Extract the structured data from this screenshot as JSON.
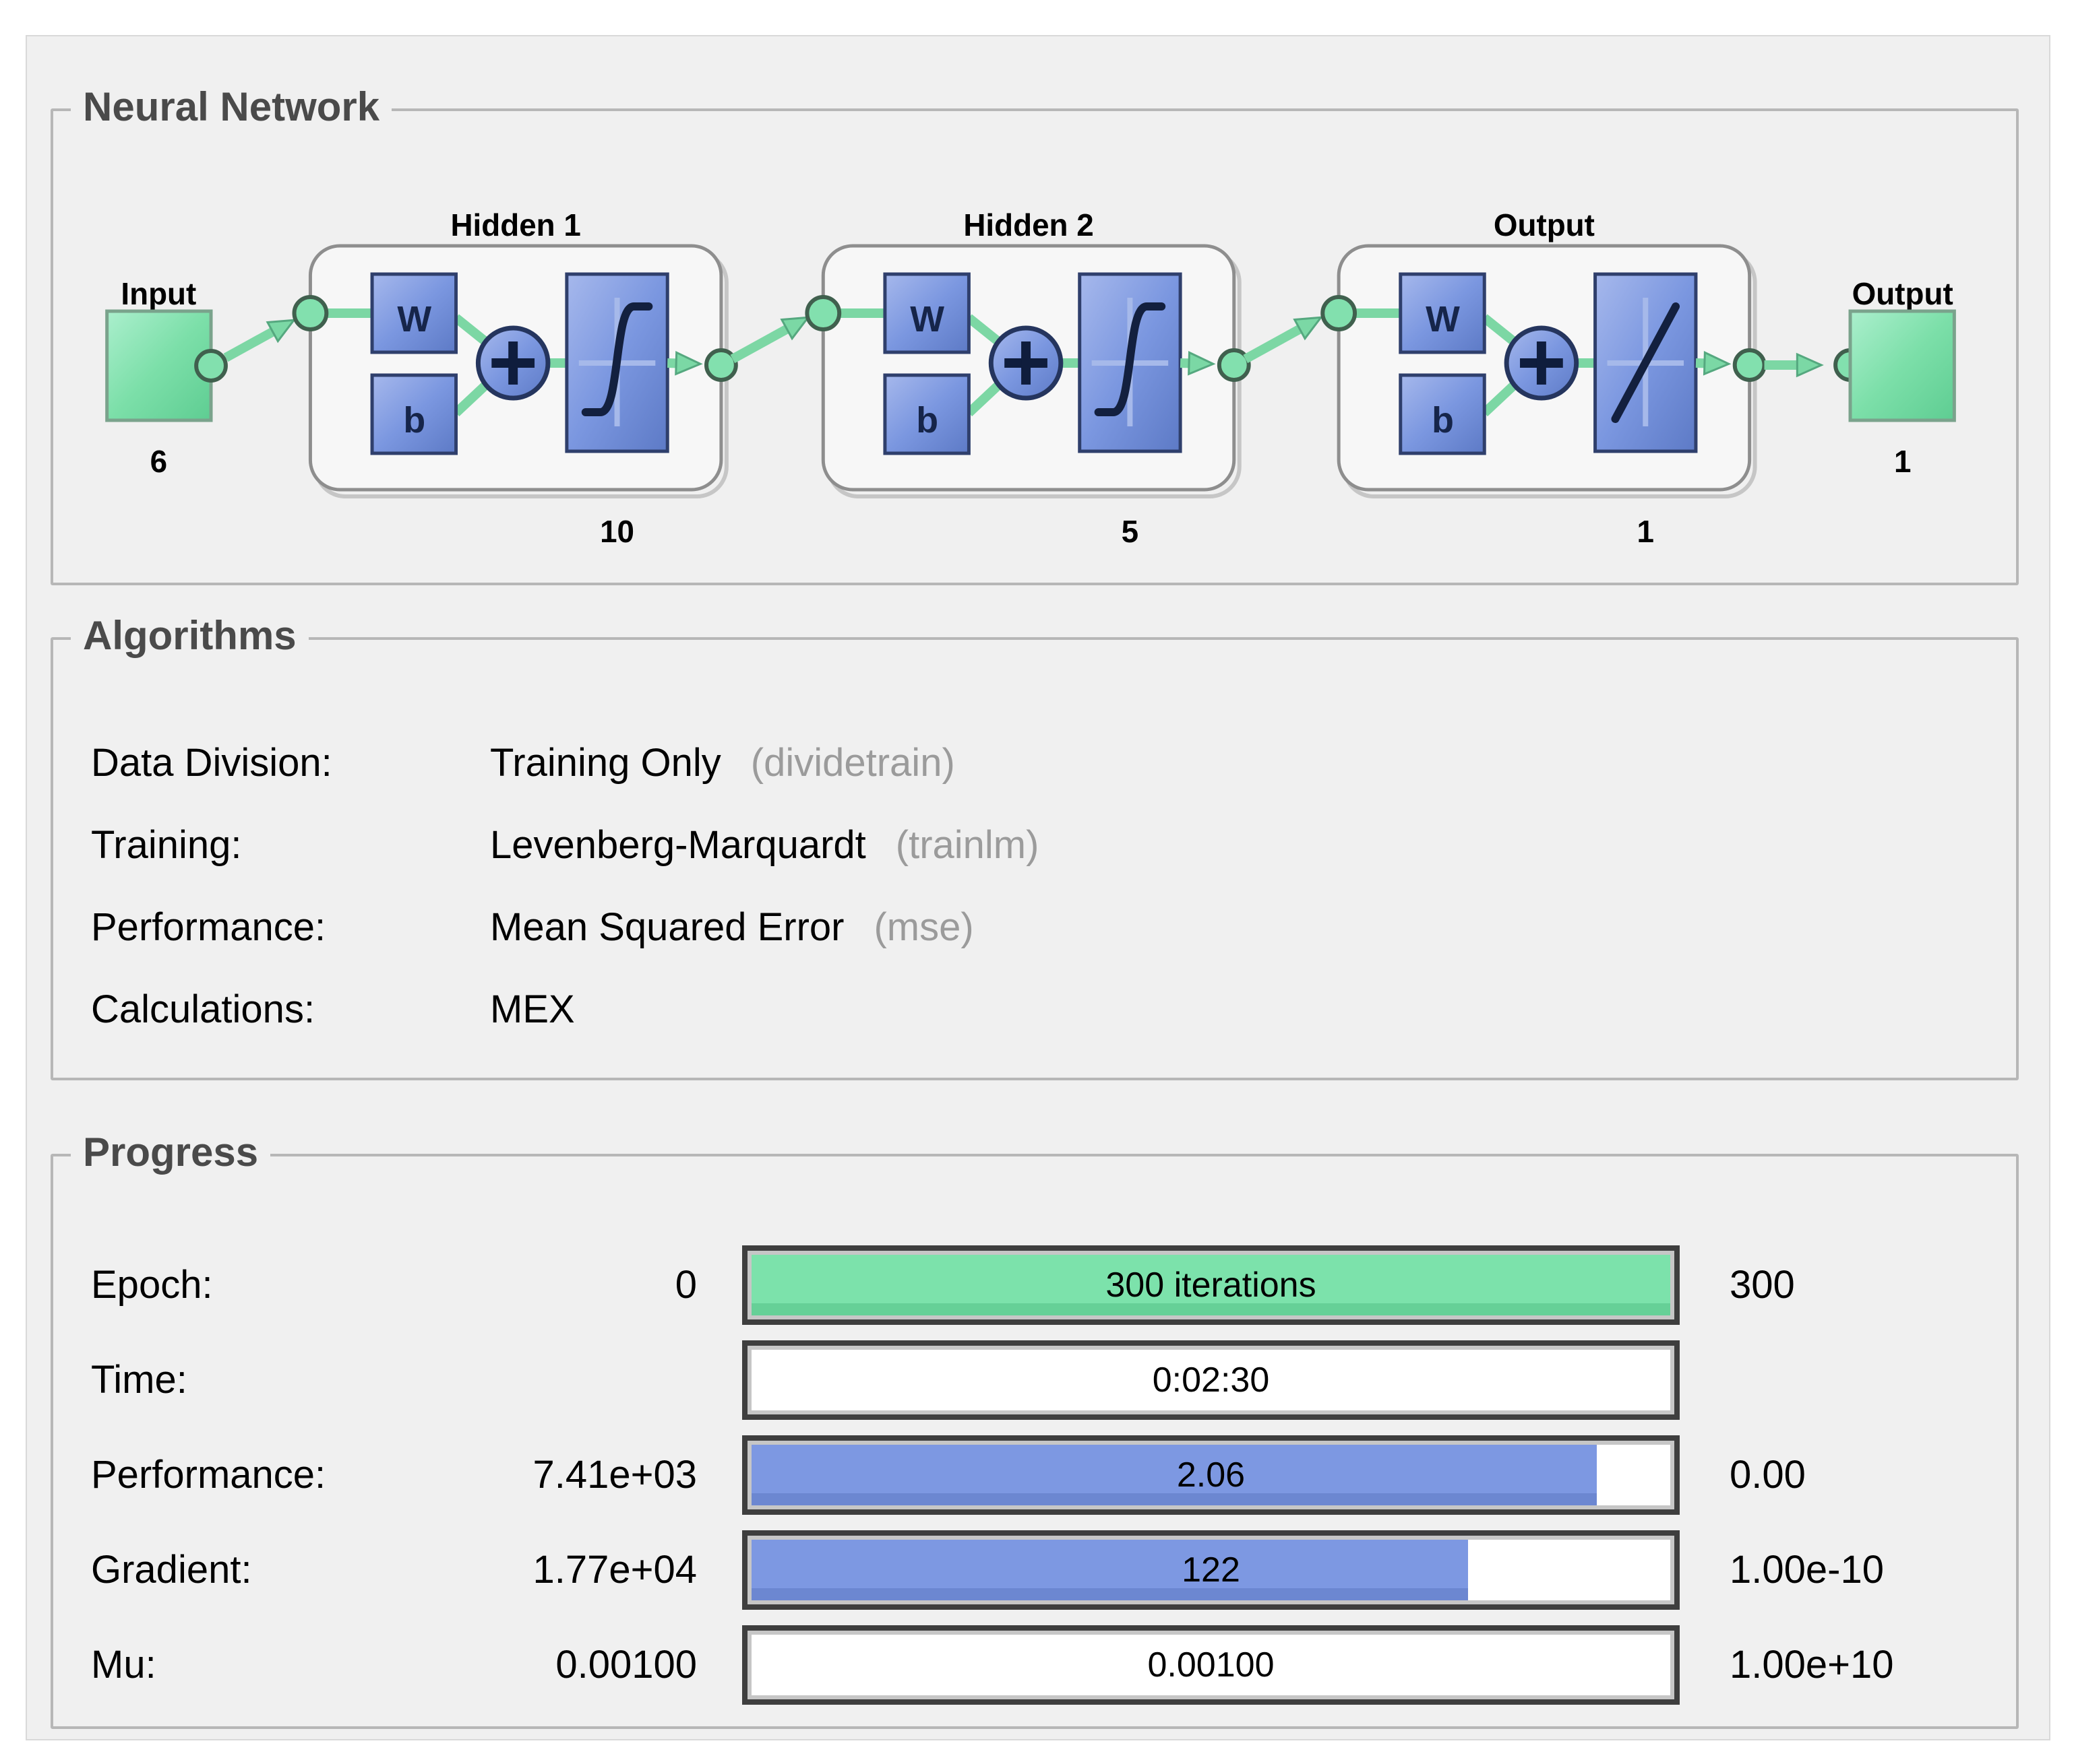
{
  "colors": {
    "panel_bg": "#f0f0f0",
    "accent_green": "#7cdfa9",
    "accent_blue": "#7b97e0",
    "bar_border": "#3e3e3e",
    "green_bar": {
      "top": "#7ce2ab",
      "bottom": "#66d097"
    },
    "blue_bar": {
      "top": "#7d98e2",
      "bottom": "#6c87d1"
    }
  },
  "neural_network": {
    "title": "Neural Network",
    "input": {
      "label": "Input",
      "size": "6"
    },
    "layers": [
      {
        "name": "Hidden 1",
        "neurons": "10",
        "weight_label": "W",
        "bias_label": "b",
        "transfer": "tansig"
      },
      {
        "name": "Hidden 2",
        "neurons": "5",
        "weight_label": "W",
        "bias_label": "b",
        "transfer": "tansig"
      },
      {
        "name": "Output",
        "neurons": "1",
        "weight_label": "W",
        "bias_label": "b",
        "transfer": "purelin"
      }
    ],
    "output": {
      "label": "Output",
      "size": "1"
    }
  },
  "algorithms": {
    "title": "Algorithms",
    "rows": [
      {
        "label": "Data Division:",
        "value": "Training Only",
        "fn": "(dividetrain)"
      },
      {
        "label": "Training:",
        "value": "Levenberg-Marquardt",
        "fn": "(trainlm)"
      },
      {
        "label": "Performance:",
        "value": "Mean Squared Error",
        "fn": "(mse)"
      },
      {
        "label": "Calculations:",
        "value": "MEX",
        "fn": ""
      }
    ]
  },
  "progress": {
    "title": "Progress",
    "rows": [
      {
        "label": "Epoch:",
        "left": "0",
        "bar_text": "300 iterations",
        "fill": "100%",
        "kind": "green_bar",
        "right": "300"
      },
      {
        "label": "Time:",
        "left": "",
        "bar_text": "0:02:30",
        "fill": "0%",
        "kind": "",
        "right": ""
      },
      {
        "label": "Performance:",
        "left": "7.41e+03",
        "bar_text": "2.06",
        "fill": "92%",
        "kind": "blue_bar",
        "right": "0.00"
      },
      {
        "label": "Gradient:",
        "left": "1.77e+04",
        "bar_text": "122",
        "fill": "78%",
        "kind": "blue_bar",
        "right": "1.00e-10"
      },
      {
        "label": "Mu:",
        "left": "0.00100",
        "bar_text": "0.00100",
        "fill": "0%",
        "kind": "",
        "right": "1.00e+10"
      }
    ]
  }
}
